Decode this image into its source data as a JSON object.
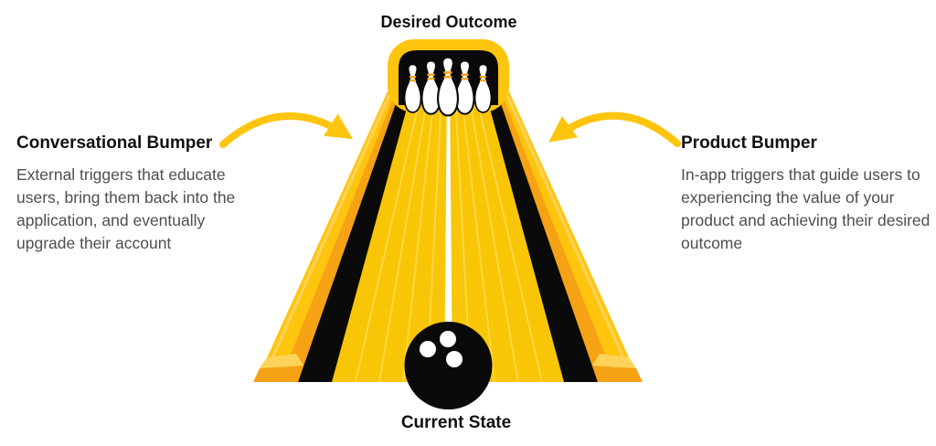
{
  "labels": {
    "top": "Desired Outcome",
    "bottom": "Current State"
  },
  "left_annotation": {
    "heading": "Conversational Bumper",
    "body": "External triggers that educate users, bring them back into the application, and eventually upgrade their account"
  },
  "right_annotation": {
    "heading": "Product Bumper",
    "body": "In-app triggers that guide users to experiencing the value of your product and achieving their desired outcome"
  },
  "diagram": {
    "pin_count": 5,
    "icons": {
      "left_arrow": "curved-arrow",
      "right_arrow": "curved-arrow",
      "ball": "bowling-ball",
      "pins": "bowling-pins",
      "lane": "bowling-lane"
    },
    "colors": {
      "gold": "#FFC40D",
      "lane_yellow": "#F8C606",
      "lane_stripe": "#FFD84F",
      "rail_orange": "#F6A215",
      "rail_highlight": "#FFD35A",
      "black": "#0A0A0A",
      "pin_stripe": "#F5A51C",
      "heading_text": "#111111",
      "body_text": "#4E4E4E"
    }
  }
}
